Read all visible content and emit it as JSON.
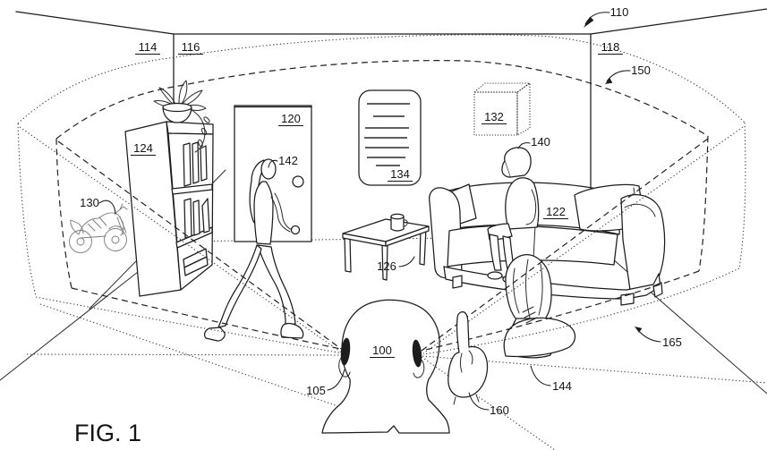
{
  "figure_label": "FIG. 1",
  "ink_color": "#1c1c1c",
  "background_color": "#ffffff",
  "labels": {
    "room": "110",
    "wall_left": "114",
    "wall_center": "116",
    "wall_right": "118",
    "boundary_inner": "150",
    "boundary_outer": "165",
    "door": "120",
    "bookshelf": "124",
    "motorcycle": "130",
    "cube": "132",
    "poster": "134",
    "couch": "122",
    "table": "126",
    "sitting_man": "140",
    "walking_woman": "142",
    "sitting_girl": "144",
    "user_head": "100",
    "headset": "105",
    "hand": "160"
  }
}
